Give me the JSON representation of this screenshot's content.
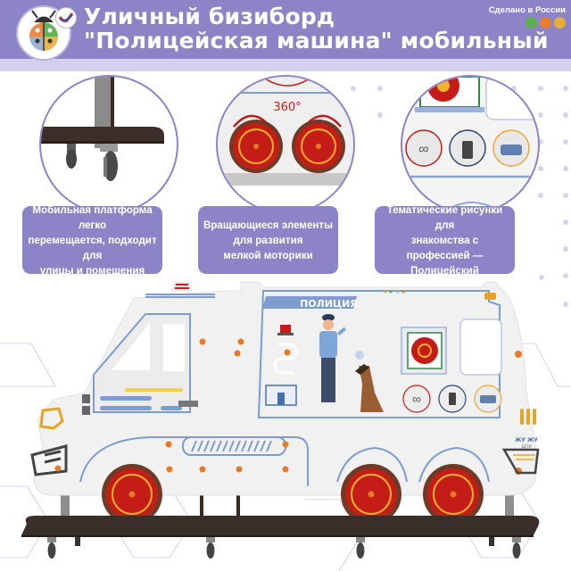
{
  "header": {
    "title_line1": "Уличный бизиборд",
    "title_line2": "\"Полицейская машина\" мобильный",
    "made_in": "Сделано в России",
    "logo_icon": "ladybug-logo-icon",
    "badge_icon": "russia-check-badge-icon",
    "flag_dots": [
      "#57b04a",
      "#ea7d2c",
      "#e7ad3b"
    ],
    "header_color": "#8c84c6",
    "subband_color": "#d4d0ec"
  },
  "features": [
    {
      "image": "mobile-platform-casters-closeup",
      "lines": [
        "Мобильная платформа легко",
        "перемещается, подходит для",
        "улицы и помещения"
      ]
    },
    {
      "image": "rotating-wheels-closeup",
      "badge_text": "360°",
      "lines": [
        "Вращающиеся элементы",
        "для развития",
        "мелкой моторики"
      ]
    },
    {
      "image": "thematic-pictures-closeup",
      "lines": [
        "Тематические рисунки для",
        "знакомства с профессией —",
        "Полицейский"
      ]
    }
  ],
  "product": {
    "panel_label": "ПОЛИЦИЯ",
    "brand_top": "ЖУ ЖУ",
    "brand_bottom": "ДЕТИ",
    "icons": [
      "handcuffs-icon",
      "walkie-talkie-icon",
      "police-car-icon",
      "police-siren-icon",
      "police-station-icon",
      "policeman-figure",
      "police-dog-figure",
      "gear-safe-icon"
    ],
    "colors": {
      "accent_blue": "#7d9ccf",
      "wheel_red": "#c41d17",
      "wheel_brown": "#6e3b26",
      "ring_yellow": "#f2b32a",
      "knob_orange": "#e47a24",
      "platform": "#3a2e2a"
    }
  }
}
